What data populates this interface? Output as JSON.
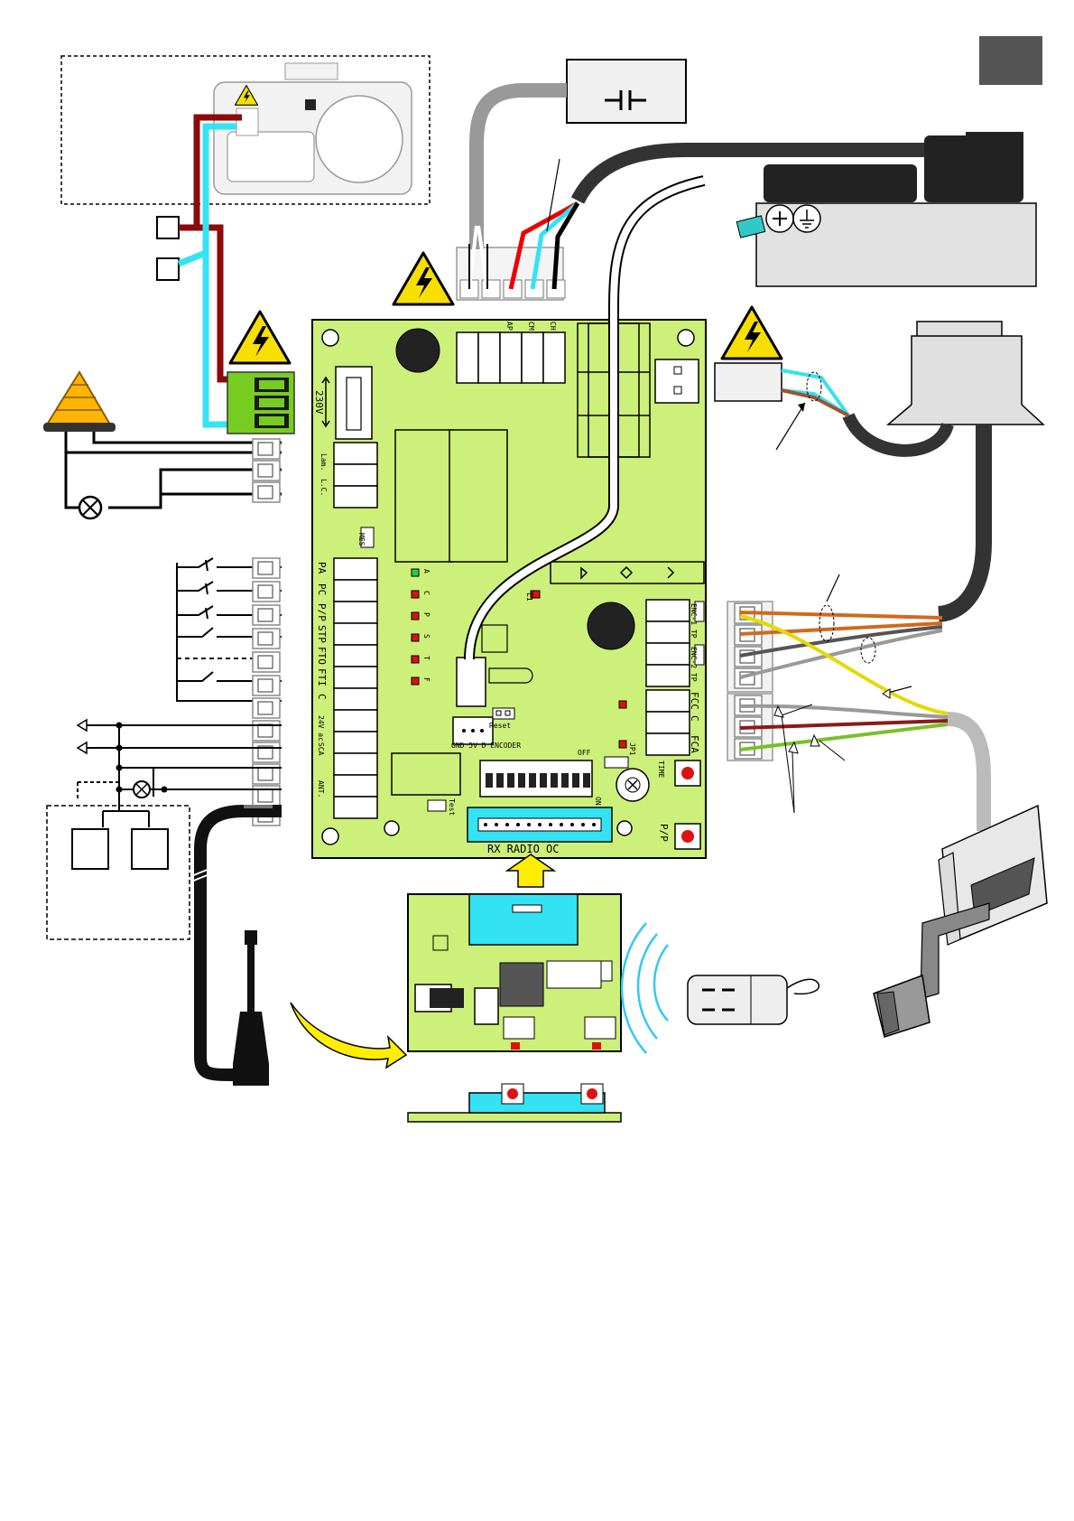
{
  "board": {
    "power_label": "230V",
    "lamp_terminal_labels": [
      "Lam.",
      "L.C."
    ],
    "mes_label": "MES",
    "input_labels": [
      "PA",
      "PC",
      "P/P",
      "STP",
      "FTO",
      "FTI",
      "C",
      "24V ac",
      "SCA",
      "ANT."
    ],
    "led_labels": [
      "A",
      "C",
      "P",
      "S",
      "T",
      "F"
    ],
    "top_terminal_labels": [
      "AP",
      "CM",
      "CH"
    ],
    "l1_label": "L1",
    "end_switch_labels": [
      "FCC",
      "C",
      "FCA"
    ],
    "encoder_labels": [
      "ENC-1 TP",
      "ENC-2 TP"
    ],
    "reset_label": "Reset",
    "test_label": "Test",
    "encoder_conn_label": "GND 5V D ENCODER",
    "dip_on": "ON",
    "dip_off": "OFF",
    "jp1_label": "JP1",
    "trimmer_label": "TIME",
    "pp_button_label": "P/P",
    "rx_slot_label": "RX RADIO OC"
  },
  "icons": [
    "warning-high-voltage-icon",
    "capacitor-icon",
    "flashing-lamp-icon",
    "bulb-icon",
    "antenna-icon",
    "ground-icon",
    "remote-control-icon"
  ]
}
